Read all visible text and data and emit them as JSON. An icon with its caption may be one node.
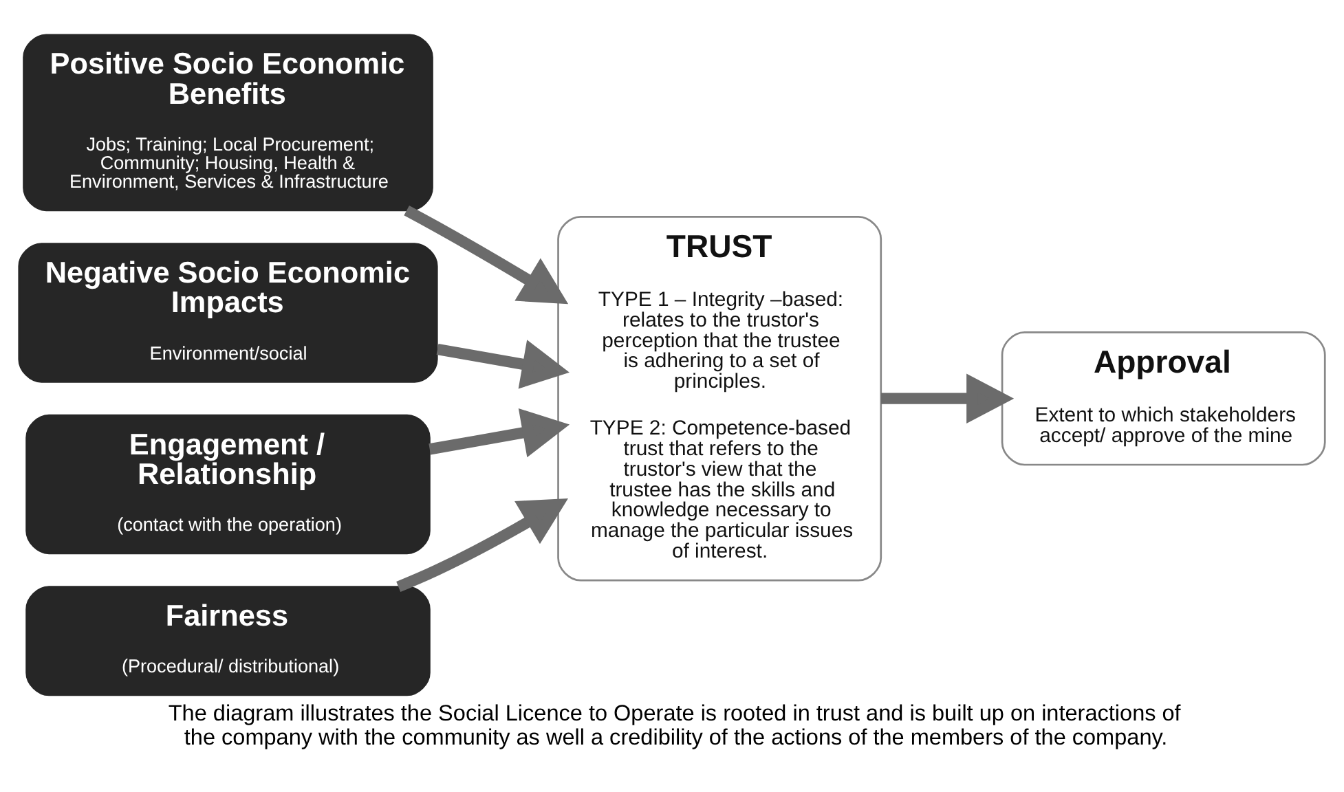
{
  "diagram": {
    "caption": "The diagram illustrates the Social Licence to Operate is rooted in trust and is built up on interactions of the company with the community as well a credibility of the actions of the members of the company.",
    "nodes": [
      {
        "text": [
          "Positive Socio Economic Benefits",
          "Jobs; Training; Local Procurement; Community; Housing, Health & Environment, Services & Infrastructure"
        ]
      },
      {
        "text": [
          "Negative Socio Economic Impacts",
          "Environment/social"
        ]
      },
      {
        "text": [
          "Engagement / Relationship",
          "(contact with the operation)"
        ]
      },
      {
        "text": [
          "Fairness",
          "(Procedural/ distributional)"
        ]
      },
      {
        "text": [
          "TRUST",
          "TYPE 1 – Integrity –based: relates to the trustor's perception that the trustee is adhering to a set of principles.",
          "TYPE 2: Competence-based trust that refers to the trustor's view that the trustee has the skills and knowledge necessary to manage the particular issues of interest."
        ]
      },
      {
        "text": [
          "Approval",
          "Extent to which stakeholders accept/ approve of the mine"
        ]
      }
    ],
    "edges": [
      {
        "from": 0,
        "to": 4,
        "arrow": "to"
      },
      {
        "from": 1,
        "to": 4,
        "arrow": "to"
      },
      {
        "from": 2,
        "to": 4,
        "arrow": "to"
      },
      {
        "from": 3,
        "to": 4,
        "arrow": "to"
      },
      {
        "from": 4,
        "to": 5,
        "arrow": "to"
      }
    ]
  }
}
